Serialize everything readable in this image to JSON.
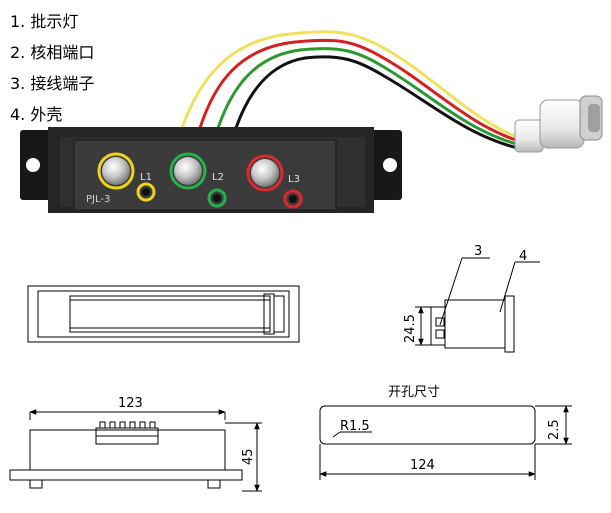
{
  "legend": [
    {
      "num": "1.",
      "label": "批示灯"
    },
    {
      "num": "2.",
      "label": "核相端口"
    },
    {
      "num": "3.",
      "label": "接线端子"
    },
    {
      "num": "4.",
      "label": "外壳"
    }
  ],
  "device": {
    "model": "PJL-3",
    "lamps": [
      {
        "label": "L1",
        "ring_color": "#f0d21a"
      },
      {
        "label": "L2",
        "ring_color": "#22b34a"
      },
      {
        "label": "L3",
        "ring_color": "#e0282e"
      }
    ],
    "wire_colors": [
      "#f0e060",
      "#d42020",
      "#2a9a30",
      "#111111"
    ]
  },
  "side_view": {
    "callout_terminal": "3",
    "callout_shell": "4",
    "height_dim": "24.5"
  },
  "bottom_view": {
    "width_dim": "123",
    "height_dim": "45"
  },
  "cutout": {
    "title": "开孔尺寸",
    "radius": "R1.5",
    "width_dim": "124",
    "height_dim": "2.5"
  }
}
